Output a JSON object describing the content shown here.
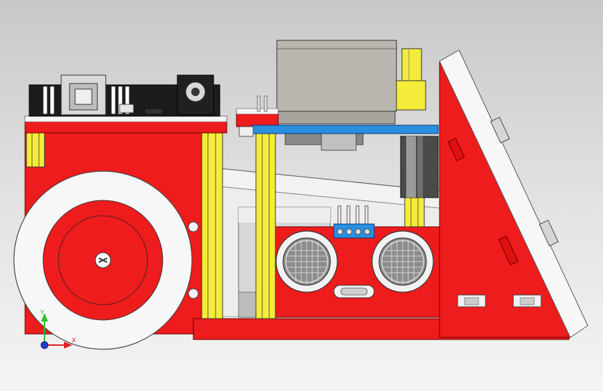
{
  "view": {
    "title": ""
  },
  "triad": {
    "y_label": "Y",
    "x_label": "X",
    "y_color": "#2fbf2f",
    "x_color": "#e02020",
    "z_color": "#1f3fd0"
  },
  "colors": {
    "chassis_red": "#ee1c1c",
    "standoff_yellow": "#f4ec3a",
    "sensor_board_blue": "#2b8fe0",
    "servo_gray": "#b8b6ae",
    "wheel_tire": "#f7f7f7",
    "uno_board_black": "#1c1c1c"
  },
  "components": [
    "arduino-board",
    "usb-b-port",
    "dc-power-jack",
    "servo-motor",
    "sensor-shield",
    "electrolytic-capacitor",
    "ultrasonic-sensor",
    "drive-wheel",
    "rear-panel",
    "chassis-base"
  ]
}
